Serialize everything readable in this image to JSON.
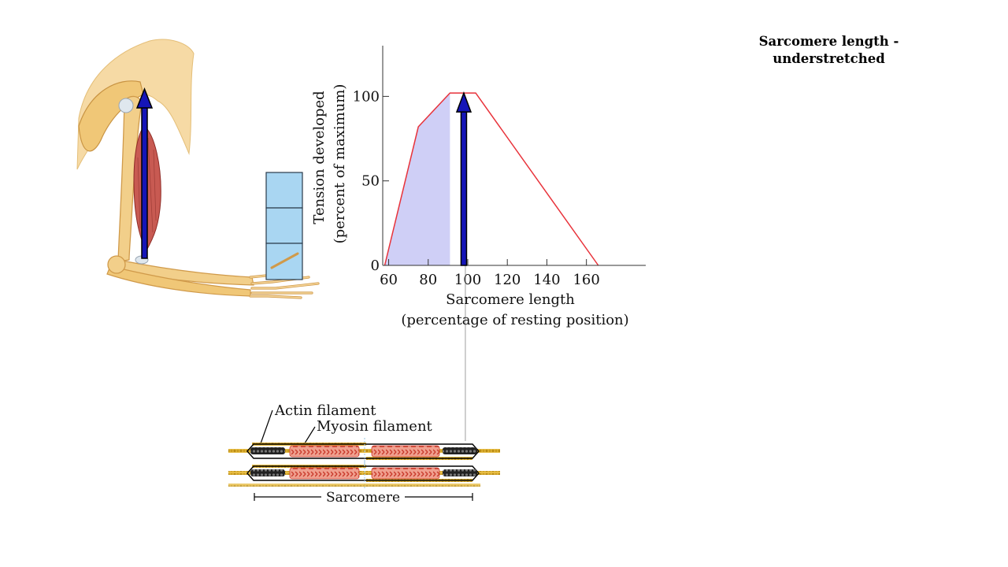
{
  "title": {
    "line1": "Sarcomere length -",
    "line2": "understretched"
  },
  "chart_data": {
    "type": "line",
    "ylabel_line1": "Tension developed",
    "ylabel_line2": "(percent of maximum)",
    "xlabel_line1": "Sarcomere length",
    "xlabel_line2": "(percentage of resting position)",
    "x_ticks": [
      60,
      80,
      100,
      120,
      140,
      160
    ],
    "y_ticks": [
      0,
      50,
      100
    ],
    "xlim": [
      57,
      190
    ],
    "ylim": [
      0,
      130
    ],
    "series": [
      {
        "x": [
          58,
          75,
          91,
          104,
          166
        ],
        "y": [
          0,
          82,
          102,
          102,
          0
        ]
      }
    ],
    "shaded_region": {
      "x_from": 58,
      "x_to": 91
    },
    "current_length": {
      "x": 98,
      "y": 102
    },
    "colors": {
      "curve": "#e8323a",
      "shade": "#cfcff6",
      "arrow": "#1515b8"
    }
  },
  "diagram": {
    "actin_label": "Actin filament",
    "myosin_label": "Myosin filament",
    "sarcomere_label": "Sarcomere"
  },
  "colors": {
    "bone": "#f2cf8a",
    "bone_outline": "#d09a4a",
    "muscle": "#c85a52",
    "weight": "#a9d6f2",
    "arrow": "#1515b8",
    "actin": "#d9a928",
    "myosin": "#e25a4a"
  }
}
